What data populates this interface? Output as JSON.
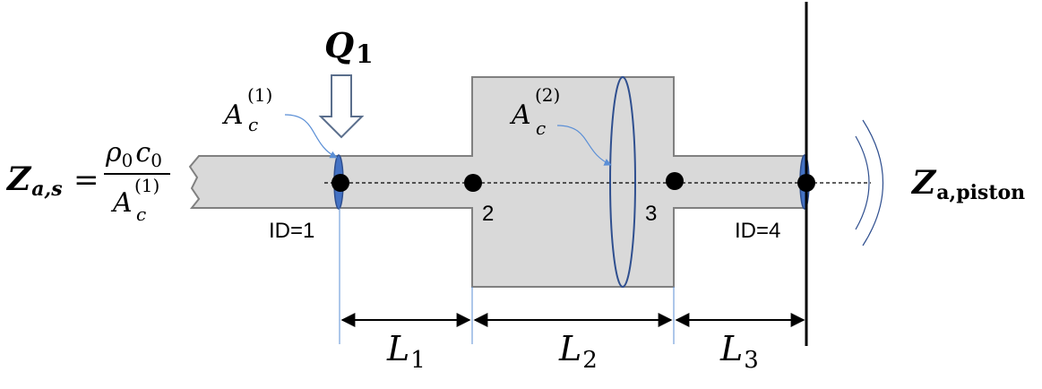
{
  "colors": {
    "pipe_fill": "#d9d9d9",
    "pipe_stroke": "#808080",
    "cross_section": "#2f4f8f",
    "cross_section_fill": "#4472c4",
    "leader": "#5b8fd6",
    "wall": "#000000",
    "text": "#000000"
  },
  "source": {
    "symbol": "Q",
    "subscript": "1"
  },
  "left_impedance": {
    "symbol": "Z",
    "subscript": "a,s",
    "equals": "=",
    "numerator": {
      "rho": "ρ",
      "rho_sub": "0",
      "c": "c",
      "c_sub": "0"
    },
    "denominator": {
      "symbol": "A",
      "sub": "c",
      "sup": "(1)"
    }
  },
  "right_impedance": {
    "symbol": "Z",
    "subscript": "a,piston"
  },
  "area_labels": [
    {
      "symbol": "A",
      "sub": "c",
      "sup": "(1)"
    },
    {
      "symbol": "A",
      "sub": "c",
      "sup": "(2)"
    }
  ],
  "nodes": [
    {
      "label": "ID=1"
    },
    {
      "label": "2"
    },
    {
      "label": "3"
    },
    {
      "label": "ID=4"
    }
  ],
  "lengths": [
    {
      "symbol": "L",
      "sub": "1"
    },
    {
      "symbol": "L",
      "sub": "2"
    },
    {
      "symbol": "L",
      "sub": "3"
    }
  ]
}
